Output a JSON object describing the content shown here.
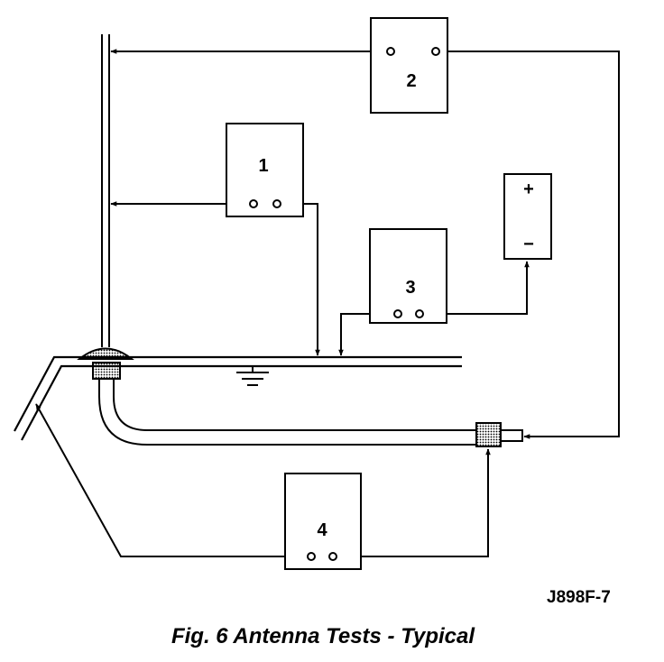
{
  "meters": [
    {
      "label": "1"
    },
    {
      "label": "2"
    },
    {
      "label": "3"
    },
    {
      "label": "4"
    }
  ],
  "battery": {
    "plus": "+",
    "minus": "−"
  },
  "figure_code": "J898F-7",
  "caption": "Fig. 6 Antenna Tests - Typical"
}
